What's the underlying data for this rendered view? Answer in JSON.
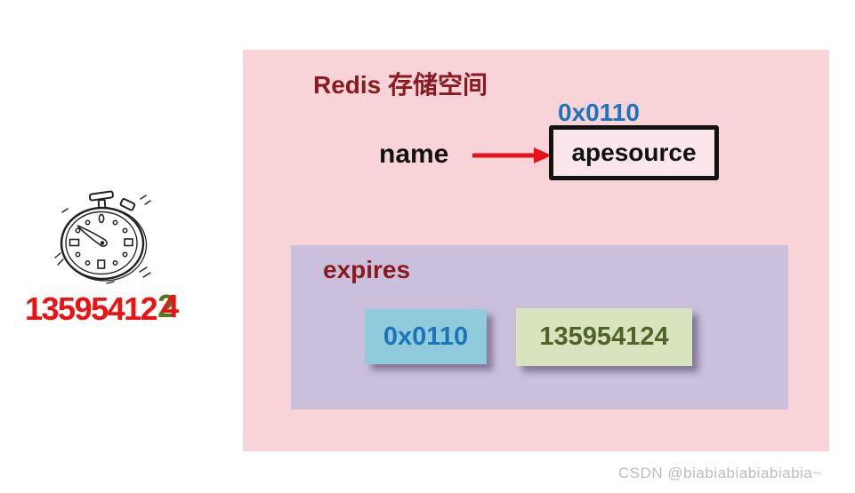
{
  "colors": {
    "pink-bg": "#f8d3d8",
    "value-box-bg": "#fbe6ec",
    "lavender-bg": "#cac0dc",
    "maroon": "#8b1a20",
    "blue-text": "#1c74bd",
    "blue-chip-bg": "#90cbdc",
    "green-chip-bg": "#d7e4bd",
    "olive-text": "#4f6228",
    "red": "#ee1112",
    "green-digit": "#4e7a1e",
    "watermark-gray": "#bdbdbd",
    "ink": "#121212"
  },
  "left_figure": {
    "icon": "stopwatch-icon",
    "timestamp_prefix": "13595412",
    "overlap_digit_back": "2",
    "overlap_digit_front": "4"
  },
  "redis_panel": {
    "title": "Redis 存储空间",
    "key_label": "name",
    "pointer_address": "0x0110",
    "value_box_text": "apesource",
    "expires_section": {
      "label": "expires",
      "entries": [
        {
          "text": "0x0110"
        },
        {
          "text": "135954124"
        }
      ]
    }
  },
  "watermark": "CSDN @biabiabiabiabiabia~"
}
